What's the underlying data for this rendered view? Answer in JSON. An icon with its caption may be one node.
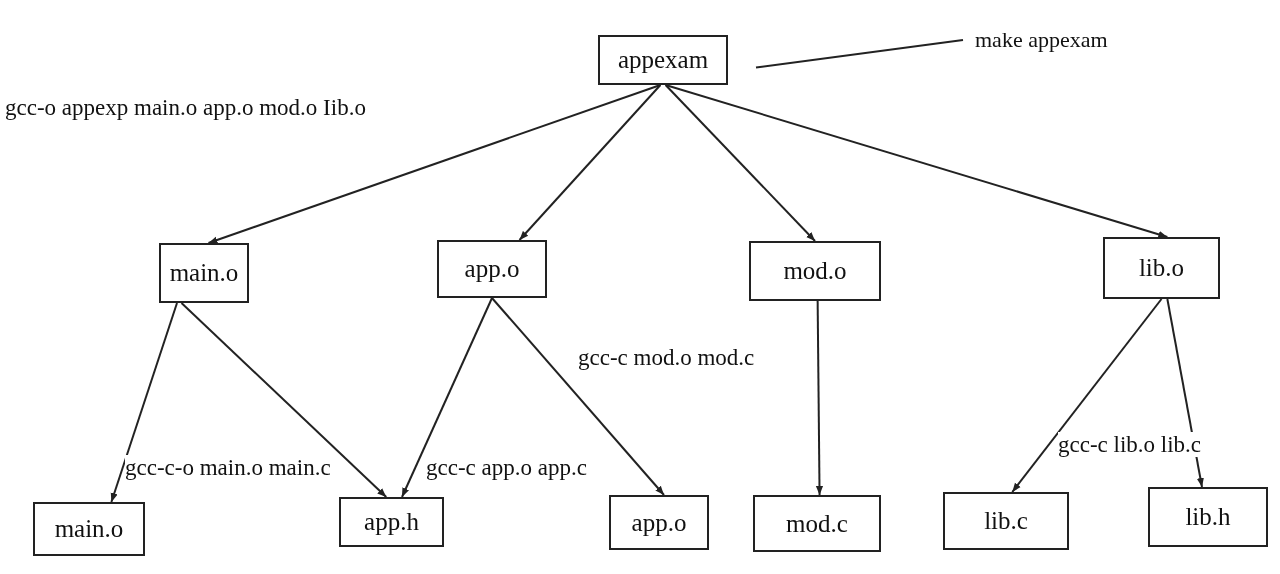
{
  "diagram": {
    "nodes": [
      {
        "text": [
          "appexam"
        ]
      },
      {
        "text": [
          "main.o"
        ]
      },
      {
        "text": [
          "app.o"
        ]
      },
      {
        "text": [
          "mod.o"
        ]
      },
      {
        "text": [
          "lib.o"
        ]
      },
      {
        "text": [
          "main.o"
        ]
      },
      {
        "text": [
          "app.h"
        ]
      },
      {
        "text": [
          "app.o"
        ]
      },
      {
        "text": [
          "mod.c"
        ]
      },
      {
        "text": [
          "lib.c"
        ]
      },
      {
        "text": [
          "lib.h"
        ]
      },
      {
        "text": [
          "make appexam"
        ]
      }
    ],
    "edges": [
      {
        "from": 0,
        "to": 1,
        "arrow": "to"
      },
      {
        "from": 0,
        "to": 2,
        "arrow": "to"
      },
      {
        "from": 0,
        "to": 3,
        "arrow": "to"
      },
      {
        "from": 0,
        "to": 4,
        "arrow": "to"
      },
      {
        "from": 1,
        "to": 5,
        "arrow": "to"
      },
      {
        "from": 1,
        "to": 6,
        "arrow": "to"
      },
      {
        "from": 2,
        "to": 6,
        "arrow": "to"
      },
      {
        "from": 2,
        "to": 7,
        "arrow": "to"
      },
      {
        "from": 3,
        "to": 8,
        "arrow": "to"
      },
      {
        "from": 4,
        "to": 9,
        "arrow": "to"
      },
      {
        "from": 4,
        "to": 10,
        "arrow": "to"
      },
      {
        "from": 11,
        "to": 0,
        "arrow": "none"
      }
    ],
    "labels": [
      "gcc-o appexp main.o app.o mod.o Iib.o",
      "gcc-c mod.o mod.c",
      "gcc-c-o main.o main.c",
      "gcc-c app.o app.c",
      "gcc-c lib.o lib.c"
    ]
  }
}
